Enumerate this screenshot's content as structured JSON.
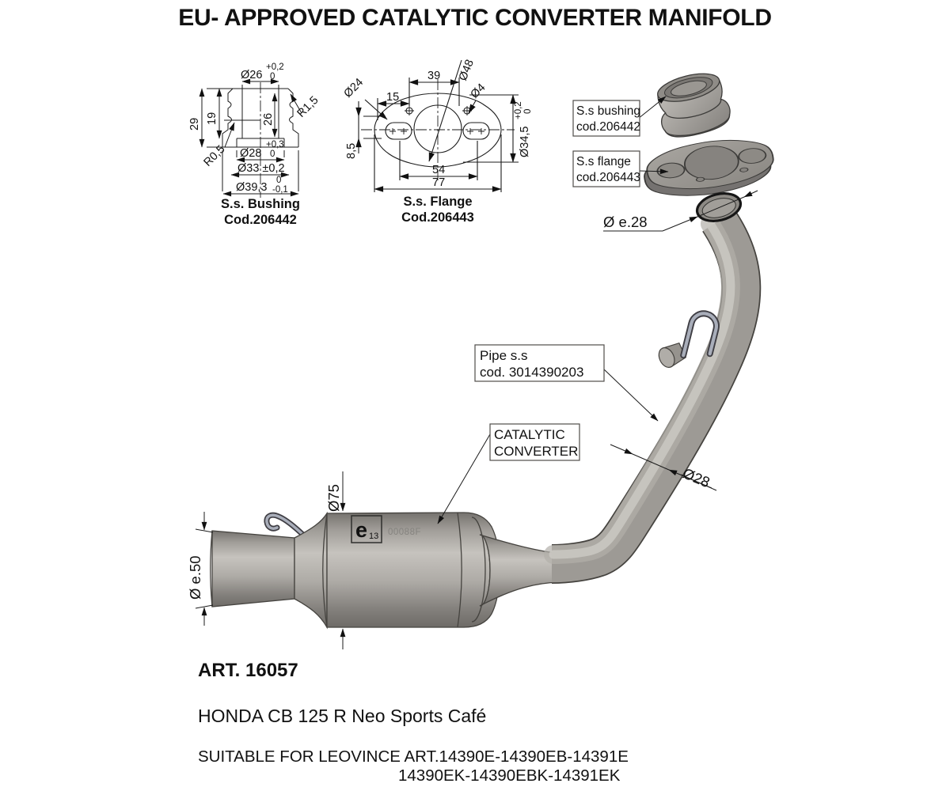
{
  "title": "EU- APPROVED CATALYTIC CONVERTER MANIFOLD",
  "bushing2d": {
    "d26": "Ø26",
    "d26_tol_top": "+0,2",
    "d26_tol_bot": "0",
    "r15": "R1,5",
    "h29": "29",
    "h19": "19",
    "h26": "26",
    "r05": "R0,5",
    "d28": "Ø28",
    "d28_tol_top": "+0,3",
    "d28_tol_bot": "0",
    "d33": "Ø33 ±0,2",
    "d393": "Ø39,3",
    "d393_tol_top": "0",
    "d393_tol_bot": "-0,1",
    "caption1": "S.s. Bushing",
    "caption2": "Cod.206442"
  },
  "flange2d": {
    "d24": "Ø24",
    "w39": "39",
    "d48": "Ø48",
    "w15": "15",
    "d4": "Ø4",
    "d345": "Ø34,5",
    "d345_tol_top": "+0,2",
    "d345_tol_bot": "0",
    "h85": "8,5",
    "w54": "54",
    "w77": "77",
    "caption1": "S.s. Flange",
    "caption2": "Cod.206443"
  },
  "part_labels": {
    "bushing_line1": "S.s bushing",
    "bushing_line2": "cod.206442",
    "flange_line1": "S.s flange",
    "flange_line2": "cod.206443",
    "pipe_line1": "Pipe s.s",
    "pipe_line2": "cod. 3014390203",
    "cat_line1": "CATALYTIC",
    "cat_line2": "CONVERTER"
  },
  "assembly_dims": {
    "pipe_end_dia": "Ø e.28",
    "pipe_dia": "Ø28",
    "converter_dia": "Ø75",
    "inlet_dia": "Ø e.50",
    "e_mark": "e",
    "e_mark_sub": "13",
    "homologation_code": "00088F"
  },
  "footer": {
    "art": "ART. 16057",
    "model": "HONDA CB 125 R Neo Sports Café",
    "suitable_line1": "SUITABLE FOR LEOVINCE ART.14390E-14390EB-14391E",
    "suitable_line2": "14390EK-14390EBK-14391EK"
  },
  "colors": {
    "metal": "#9d9a95",
    "metal_light": "#c9c6c1",
    "metal_dark": "#6e6b67",
    "outline": "#45433f",
    "drawing_line": "#1b1b1b",
    "label_border": "#4f4d4a",
    "spring_hook": "#a9aeba"
  }
}
